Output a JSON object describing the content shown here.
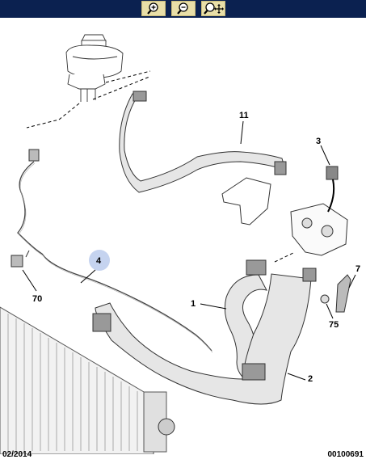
{
  "toolbar": {
    "buttons": [
      {
        "name": "zoom-in",
        "icon": "magnifier-plus-icon"
      },
      {
        "name": "zoom-out",
        "icon": "magnifier-minus-icon"
      },
      {
        "name": "zoom-fit",
        "icon": "magnifier-move-icon"
      }
    ],
    "background": "#0b2150",
    "button_color": "#e9dfa8"
  },
  "diagram": {
    "callouts": [
      {
        "id": "11",
        "text": "11"
      },
      {
        "id": "3",
        "text": "3"
      },
      {
        "id": "4",
        "text": "4"
      },
      {
        "id": "70",
        "text": "70"
      },
      {
        "id": "7",
        "text": "7"
      },
      {
        "id": "1",
        "text": "1"
      },
      {
        "id": "75",
        "text": "75"
      },
      {
        "id": "2",
        "text": "2"
      }
    ],
    "highlight_color": "#c5d3ef"
  },
  "footer": {
    "date": "02/2014",
    "code": "00100691"
  }
}
